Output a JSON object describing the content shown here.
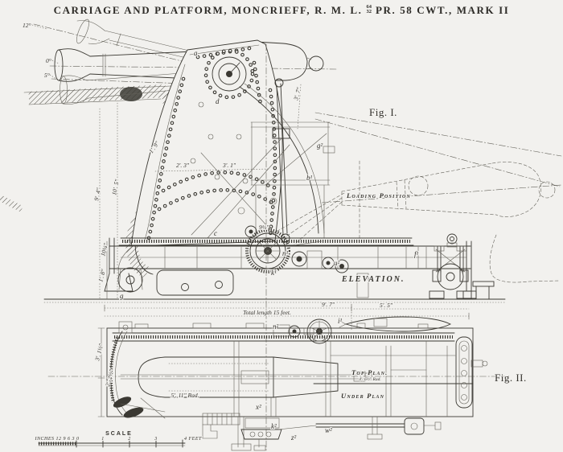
{
  "colors": {
    "paper": "#f2f1ee",
    "ink": "#3b3933"
  },
  "title": {
    "part1": "CARRIAGE AND PLATFORM, MONCRIEFF, R. M. L.",
    "frac_top": "64",
    "frac_bottom": "32",
    "part2": "PR. 58 CWT., MARK II"
  },
  "figures": {
    "fig1": "Fig. I.",
    "fig2": "Fig. II."
  },
  "views": {
    "loading_position": "Loading Position",
    "elevation": "ELEVATION.",
    "top_plan": "Top Plan.",
    "under_plan": "Under Plan"
  },
  "angles": {
    "a12": "12°",
    "a0": "0°",
    "a5": "5°"
  },
  "dims": {
    "d9_7": "9'. 7\"",
    "total": "Total length 15 feet.",
    "d5_5": "5'. 5\"",
    "d9_4": "9'. 4\"",
    "d10_5": "10'. 5\"",
    "d1_9": "1'. 9\"",
    "d2_3": "2'. 3\"",
    "d3_1": "3'. 1\"",
    "d10_25": "10¼\"",
    "d1_8": "1'. 8\"",
    "d3_7": "3'. 7\"",
    "d9_5h": "9½\"",
    "d3_1h": "3'. 1½\"",
    "d2_2h": "2'. 2½\"",
    "rad5_11": "5'. 11\" Rad.",
    "rad4_6": "4'. 6½\" Rad."
  },
  "parts": {
    "a": "a",
    "c": "c",
    "d": "d",
    "g": "g",
    "g2": "g²",
    "b1": "b¹",
    "f1": "f¹",
    "i1": "i¹",
    "n1": "n¹",
    "n2": "n²",
    "k1": "k¹",
    "k2": "k²",
    "u2": "u²",
    "w2": "w²",
    "x2": "x²",
    "z2": "z²"
  },
  "scale": {
    "label": "SCALE",
    "inches": "INCHES 12 9 6 3 0",
    "f1": "1",
    "f2": "2",
    "f3": "3",
    "f4": "4 FEET"
  }
}
